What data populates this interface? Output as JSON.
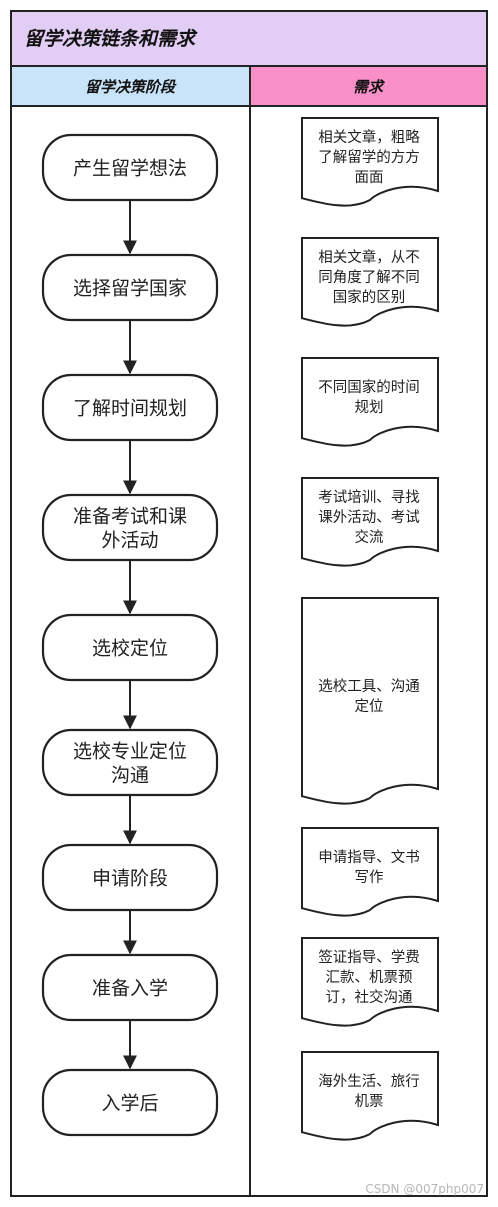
{
  "title": "留学决策链条和需求",
  "columns": {
    "stages_header": "留学决策阶段",
    "needs_header": "需求"
  },
  "stages": [
    [
      "产生留学想法"
    ],
    [
      "选择留学国家"
    ],
    [
      "了解时间规划"
    ],
    [
      "准备考试和课",
      "外活动"
    ],
    [
      "选校定位"
    ],
    [
      "选校专业定位",
      "沟通"
    ],
    [
      "申请阶段"
    ],
    [
      "准备入学"
    ],
    [
      "入学后"
    ]
  ],
  "needs": [
    [
      "相关文章，粗略",
      "了解留学的方方",
      "面面"
    ],
    [
      "相关文章，从不",
      "同角度了解不同",
      "国家的区别"
    ],
    [
      "不同国家的时间",
      "规划"
    ],
    [
      "考试培训、寻找",
      "课外活动、考试",
      "交流"
    ],
    [
      "选校工具、沟通",
      "定位"
    ],
    [
      "申请指导、文书",
      "写作"
    ],
    [
      "签证指导、学费",
      "汇款、机票预",
      "订，社交沟通"
    ],
    [
      "海外生活、旅行",
      "机票"
    ]
  ],
  "watermark": "CSDN @007php007",
  "colors": {
    "title_bg": "#e2cdf5",
    "stages_header_bg": "#c9e4f9",
    "needs_header_bg": "#f990c8",
    "stroke": "#222222"
  }
}
